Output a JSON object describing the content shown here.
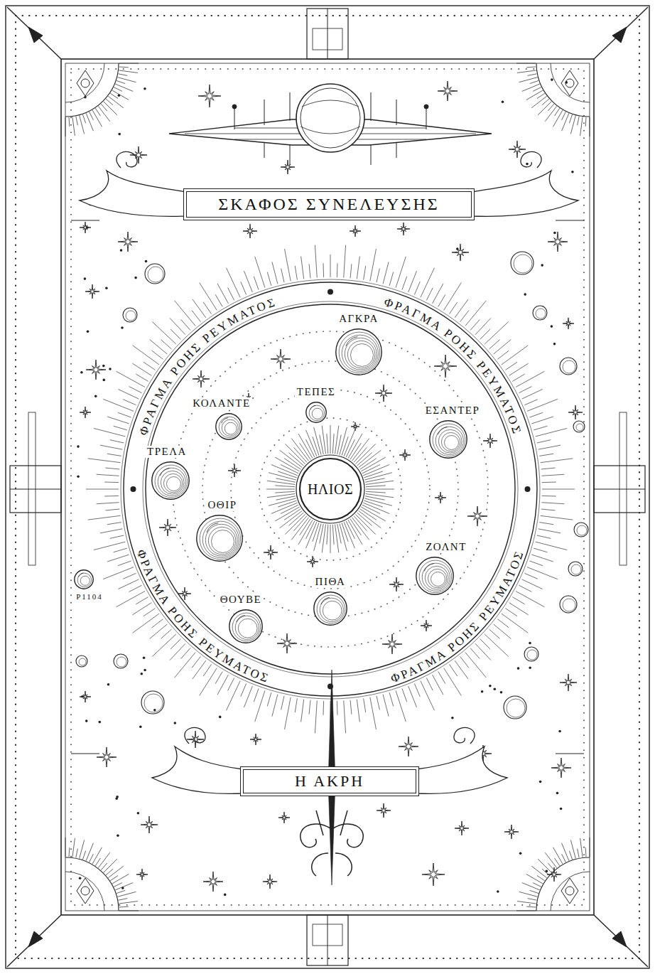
{
  "diagram": {
    "nodes": [
      {
        "text": [
          "ΣΚΑΦΟΣ ΣΥΝΕΛΕΥΣΗΣ"
        ]
      },
      {
        "text": [
          "ΦΡΑΓΜΑ ΡΟΗΣ ΡΕΥΜΑΤΟΣ",
          "ΦΡΑΓΜΑ ΡΟΗΣ ΡΕΥΜΑΤΟΣ",
          "ΦΡΑΓΜΑ ΡΟΗΣ ΡΕΥΜΑΤΟΣ",
          "ΦΡΑΓΜΑ ΡΟΗΣ ΡΕΥΜΑΤΟΣ"
        ]
      },
      {
        "text": [
          "ΑΓΚΡΑ"
        ],
        "in": 1
      },
      {
        "text": [
          "ΤΕΠΕΣ"
        ],
        "in": 1
      },
      {
        "text": [
          "ΚΟΛΑΝΤΕ"
        ],
        "in": 1
      },
      {
        "text": [
          "ΕΣΑΝΤΕΡ"
        ],
        "in": 1
      },
      {
        "text": [
          "ΤΡΕΛΑ"
        ],
        "in": 1
      },
      {
        "text": [
          "ΗΛΙΟΣ"
        ],
        "in": 1
      },
      {
        "text": [
          "ΟΘΙΡ"
        ],
        "in": 1
      },
      {
        "text": [
          "ΖΟΛΝΤ"
        ],
        "in": 1
      },
      {
        "text": [
          "ΠΙΘΑ"
        ],
        "in": 1
      },
      {
        "text": [
          "ΘΟΥΒΕ"
        ],
        "in": 1
      },
      {
        "text": [
          "P1104"
        ]
      },
      {
        "text": [
          "Η ΑΚΡΗ"
        ]
      }
    ]
  }
}
